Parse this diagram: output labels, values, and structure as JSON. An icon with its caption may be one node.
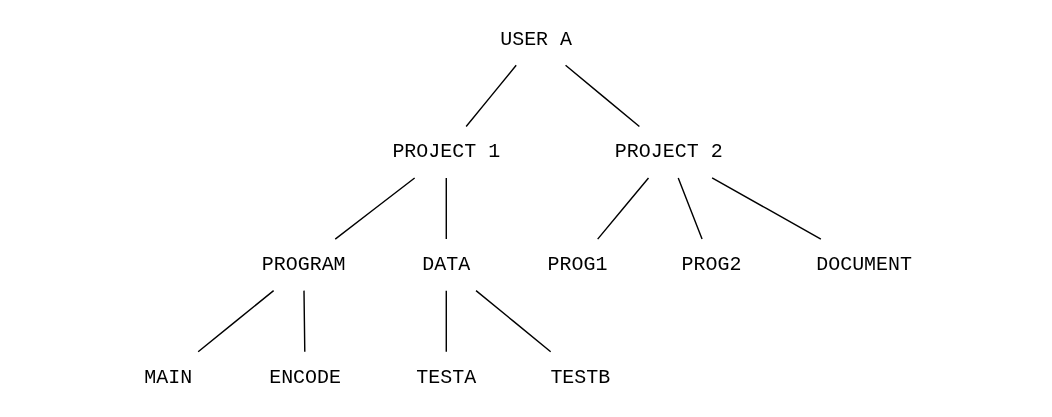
{
  "diagram": {
    "nodes": [
      {
        "text": [
          "USER A"
        ]
      },
      {
        "text": [
          "PROJECT 1"
        ]
      },
      {
        "text": [
          "PROJECT 2"
        ]
      },
      {
        "text": [
          "PROGRAM"
        ]
      },
      {
        "text": [
          "DATA"
        ]
      },
      {
        "text": [
          "PROG1"
        ]
      },
      {
        "text": [
          "PROG2"
        ]
      },
      {
        "text": [
          "DOCUMENT"
        ]
      },
      {
        "text": [
          "MAIN"
        ]
      },
      {
        "text": [
          "ENCODE"
        ]
      },
      {
        "text": [
          "TESTA"
        ]
      },
      {
        "text": [
          "TESTB"
        ]
      }
    ],
    "edges": [
      {
        "from": 0,
        "to": 1,
        "arrow": "none"
      },
      {
        "from": 0,
        "to": 2,
        "arrow": "none"
      },
      {
        "from": 1,
        "to": 3,
        "arrow": "none"
      },
      {
        "from": 1,
        "to": 4,
        "arrow": "none"
      },
      {
        "from": 2,
        "to": 5,
        "arrow": "none"
      },
      {
        "from": 2,
        "to": 6,
        "arrow": "none"
      },
      {
        "from": 2,
        "to": 7,
        "arrow": "none"
      },
      {
        "from": 3,
        "to": 8,
        "arrow": "none"
      },
      {
        "from": 3,
        "to": 9,
        "arrow": "none"
      },
      {
        "from": 4,
        "to": 10,
        "arrow": "none"
      },
      {
        "from": 4,
        "to": 11,
        "arrow": "none"
      }
    ]
  }
}
